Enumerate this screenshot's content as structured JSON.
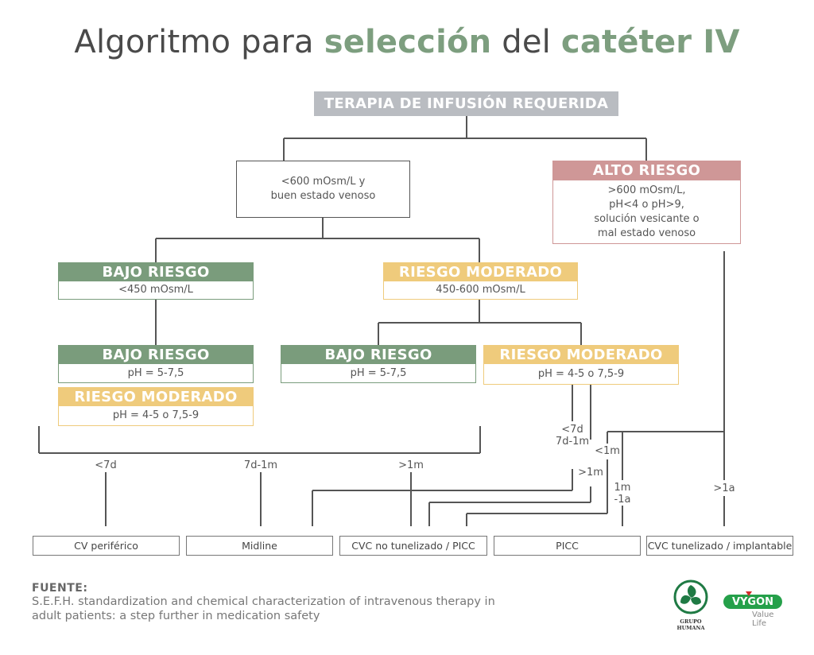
{
  "title": {
    "part1": "Algoritmo para ",
    "part2": "selección",
    "part3": " del ",
    "part4": "catéter IV"
  },
  "top_box": "TERAPIA DE INFUSIÓN REQUERIDA",
  "left_condition": "<600 mOsm/L y\nbuen estado venoso",
  "alto_riesgo": {
    "header": "ALTO RIESGO",
    "body": ">600 mOsm/L,\npH<4 o pH>9,\nsolución vesicante o\nmal estado venoso"
  },
  "bajo_riesgo_1": {
    "header": "BAJO RIESGO",
    "body": "<450 mOsm/L"
  },
  "riesgo_moderado_1": {
    "header": "RIESGO MODERADO",
    "body": "450-600 mOsm/L"
  },
  "bajo_riesgo_2": {
    "header": "BAJO RIESGO",
    "body": "pH = 5-7,5"
  },
  "riesgo_moderado_2": {
    "header": "RIESGO MODERADO",
    "body": "pH = 4-5 o 7,5-9"
  },
  "bajo_riesgo_3": {
    "header": "BAJO RIESGO",
    "body": "pH = 5-7,5"
  },
  "riesgo_moderado_3": {
    "header": "RIESGO MODERADO",
    "body": "pH = 4-5 o 7,5-9"
  },
  "durations": {
    "lt7d": "<7d",
    "d7_1m": "7d-1m",
    "gt1m": ">1m",
    "right_lt7d": "<7d\n7d-1m",
    "right_lt1m": "<1m",
    "right_gt1m": ">1m",
    "right_1m_1a": "1m\n-1a",
    "right_gt1a": ">1a"
  },
  "outcomes": [
    "CV periférico",
    "Midline",
    "CVC no tunelizado / PICC",
    "PICC",
    "CVC tunelizado / implantable"
  ],
  "source": {
    "title": "FUENTE:",
    "text": "S.E.F.H. standardization and chemical characterization of intravenous therapy in adult patients: a step further in medication safety"
  },
  "logos": {
    "grupo": "GRUPO\nHUMANA",
    "vygon": "VYGON",
    "vygon_tag": "Value Life"
  },
  "colors": {
    "green": "#7a9c7c",
    "yellow": "#efcb7c",
    "red": "#cf9797",
    "gray": "#b9bcc1",
    "title_accent": "#7d9e7f"
  }
}
